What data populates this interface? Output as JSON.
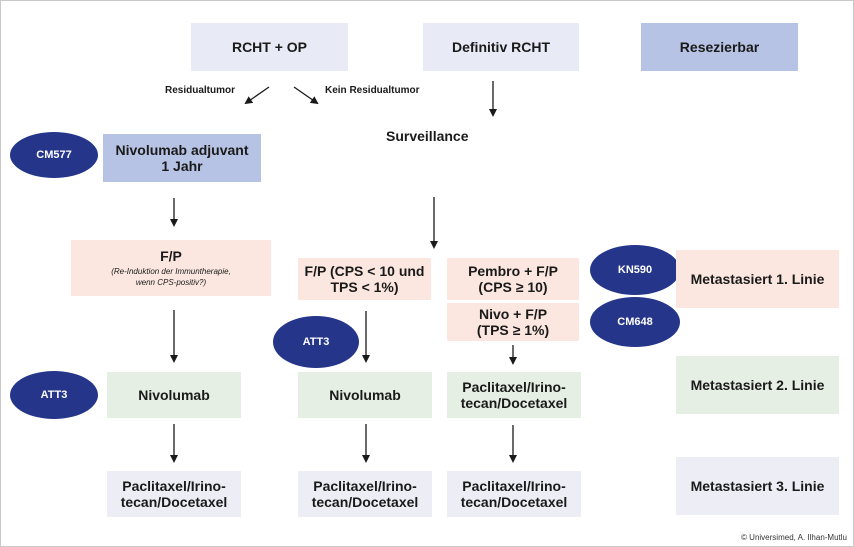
{
  "top": {
    "rcht_op": "RCHT + OP",
    "definitiv": "Definitiv RCHT",
    "resezierbar": "Resezierbar"
  },
  "labels": {
    "residualtumor": "Residualtumor",
    "kein_residualtumor": "Kein Residualtumor",
    "surveillance": "Surveillance"
  },
  "col1": {
    "nivolumab_adjuvant_l1": "Nivolumab adjuvant",
    "nivolumab_adjuvant_l2": "1 Jahr",
    "fp_title": "F/P",
    "fp_note_l1": "(Re-Induktion der Immuntherapie,",
    "fp_note_l2": "wenn CPS-positiv?)",
    "nivolumab": "Nivolumab",
    "paclitaxel_l1": "Paclitaxel/Irino-",
    "paclitaxel_l2": "tecan/Docetaxel"
  },
  "col2": {
    "fp_l1": "F/P (CPS < 10 und",
    "fp_l2": "TPS < 1%)",
    "nivolumab": "Nivolumab",
    "paclitaxel_l1": "Paclitaxel/Irino-",
    "paclitaxel_l2": "tecan/Docetaxel"
  },
  "col3": {
    "pembro_l1": "Pembro + F/P",
    "pembro_l2": "(CPS ≥ 10)",
    "nivo_l1": "Nivo + F/P",
    "nivo_l2": "(TPS ≥ 1%)",
    "paclitaxel_a_l1": "Paclitaxel/Irino-",
    "paclitaxel_a_l2": "tecan/Docetaxel",
    "paclitaxel_b_l1": "Paclitaxel/Irino-",
    "paclitaxel_b_l2": "tecan/Docetaxel"
  },
  "lines": {
    "linie1": "Metastasiert 1. Linie",
    "linie2": "Metastasiert 2. Linie",
    "linie3": "Metastasiert 3. Linie"
  },
  "trials": {
    "cm577": "CM577",
    "att3_left": "ATT3",
    "att3_mid": "ATT3",
    "kn590": "KN590",
    "cm648": "CM648"
  },
  "footer": {
    "copyright": "© Universimed, A. Ilhan-Mutlu"
  },
  "colors": {
    "oval": "#25368a",
    "box_lavender": "#e8eaf5",
    "box_blue": "#b7c3e4",
    "box_pink": "#fbe7df",
    "box_green": "#e6efe4",
    "box_grey": "#ededf6"
  }
}
